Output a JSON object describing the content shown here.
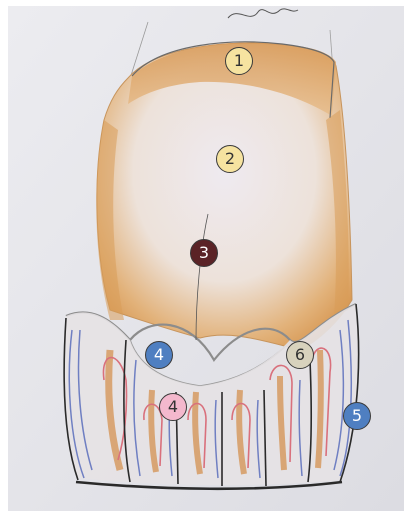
{
  "markers": [
    {
      "label": "1",
      "fill": "#f6e3a0",
      "text_color": "#333333"
    },
    {
      "label": "2",
      "fill": "#f6e3a0",
      "text_color": "#333333"
    },
    {
      "label": "3",
      "fill": "#5a2326",
      "text_color": "#ffffff"
    },
    {
      "label": "4",
      "fill": "#4f7fc1",
      "text_color": "#ffffff"
    },
    {
      "label": "4",
      "fill": "#f4b8cd",
      "text_color": "#333333"
    },
    {
      "label": "5",
      "fill": "#4f7fc1",
      "text_color": "#ffffff"
    },
    {
      "label": "6",
      "fill": "#d8d2bd",
      "text_color": "#333333"
    }
  ],
  "colors": {
    "paper": "#e4e4ea",
    "ochre": "#d8a060",
    "outline_grey": "#8a8a8a",
    "blue_pencil": "#6f7fc2",
    "pink_pencil": "#d9707c",
    "dark_line": "#2a2a2a"
  }
}
